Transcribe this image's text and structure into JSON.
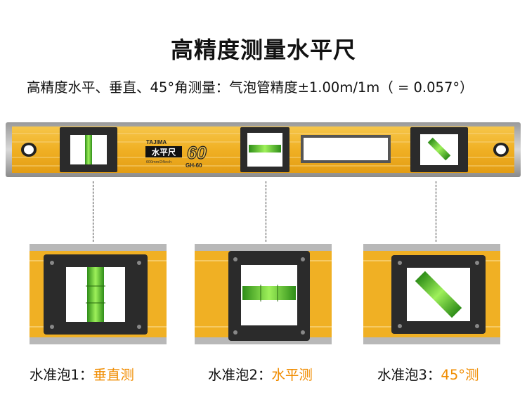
{
  "title": "高精度测量水平尺",
  "subtitle": "高精度水平、垂直、45°角测量：气泡管精度±1.00m/1m（ = 0.057°）",
  "level": {
    "brand": "TAJIMA",
    "name_badge": "水平尺",
    "size": "60",
    "model": "GH-60",
    "small_print": "600mm/24inch"
  },
  "vials": [
    {
      "label": "水准泡1：",
      "mode": "垂直测"
    },
    {
      "label": "水准泡2：",
      "mode": "水平测"
    },
    {
      "label": "水准泡3：",
      "mode": "45°测"
    }
  ],
  "colors": {
    "body": "#f0b024",
    "accent": "#f08c00",
    "bubble": "#7cd63a"
  }
}
